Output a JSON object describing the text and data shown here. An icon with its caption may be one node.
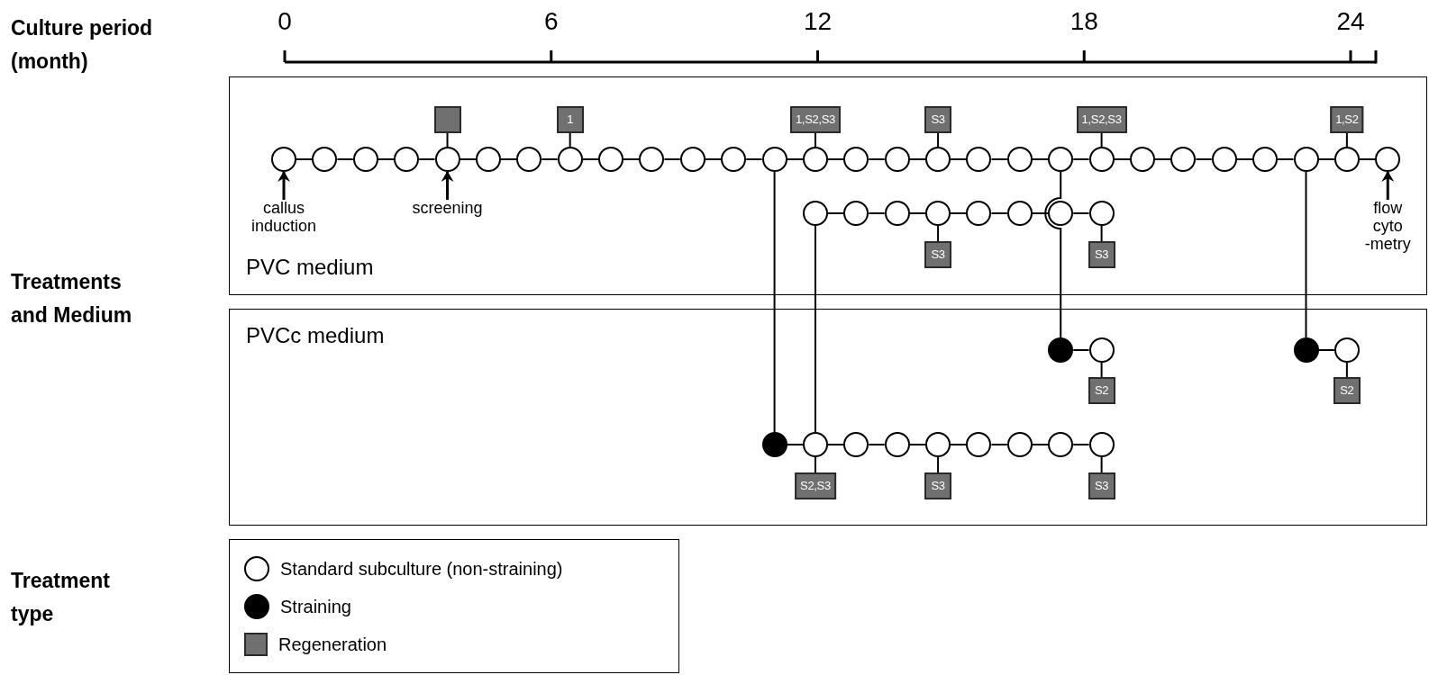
{
  "diagram": {
    "nodes": [
      {
        "text": [
          "PVC medium"
        ]
      },
      {
        "text": [],
        "shape": "box",
        "in": 0
      },
      {
        "text": [
          "1"
        ],
        "in": 0
      },
      {
        "text": [
          "1,S2,S3"
        ],
        "in": 0
      },
      {
        "text": [
          "S3"
        ],
        "in": 0
      },
      {
        "text": [
          "1,S2,S3"
        ],
        "in": 0
      },
      {
        "text": [
          "1,S2"
        ],
        "in": 0
      },
      {
        "text": [],
        "shape": "circle",
        "in": 0
      },
      {
        "text": [],
        "shape": "circle",
        "in": 0
      },
      {
        "text": [],
        "shape": "circle",
        "in": 0
      },
      {
        "text": [],
        "shape": "circle",
        "in": 0
      },
      {
        "text": [],
        "shape": "circle",
        "in": 0
      },
      {
        "text": [],
        "shape": "circle",
        "in": 0
      },
      {
        "text": [],
        "shape": "circle",
        "in": 0
      },
      {
        "text": [],
        "shape": "circle",
        "in": 0
      },
      {
        "text": [],
        "shape": "circle",
        "in": 0
      },
      {
        "text": [],
        "shape": "circle",
        "in": 0
      },
      {
        "text": [],
        "shape": "circle",
        "in": 0
      },
      {
        "text": [],
        "shape": "circle",
        "in": 0
      },
      {
        "text": [],
        "shape": "circle",
        "in": 0
      },
      {
        "text": [],
        "shape": "circle",
        "in": 0
      },
      {
        "text": [],
        "shape": "circle",
        "in": 0
      },
      {
        "text": [],
        "shape": "circle",
        "in": 0
      },
      {
        "text": [],
        "shape": "circle",
        "in": 0
      },
      {
        "text": [],
        "shape": "circle",
        "in": 0
      },
      {
        "text": [],
        "shape": "circle",
        "in": 0
      },
      {
        "text": [],
        "shape": "circle",
        "in": 0
      },
      {
        "text": [],
        "shape": "circle",
        "in": 0
      },
      {
        "text": [],
        "shape": "circle",
        "in": 0
      },
      {
        "text": [],
        "shape": "circle",
        "in": 0
      },
      {
        "text": [],
        "shape": "circle",
        "in": 0
      },
      {
        "text": [],
        "shape": "circle",
        "in": 0
      },
      {
        "text": [],
        "shape": "circle",
        "in": 0
      },
      {
        "text": [],
        "shape": "circle",
        "in": 0
      },
      {
        "text": [],
        "shape": "circle",
        "in": 0
      },
      {
        "text": [
          "callus induction"
        ],
        "in": 0
      },
      {
        "text": [
          "screening"
        ],
        "in": 0
      },
      {
        "text": [
          "flow cyto -metry"
        ],
        "in": 0
      },
      {
        "text": [],
        "shape": "circle",
        "in": 0
      },
      {
        "text": [],
        "shape": "circle",
        "in": 0
      },
      {
        "text": [],
        "shape": "circle",
        "in": 0
      },
      {
        "text": [],
        "shape": "circle",
        "in": 0
      },
      {
        "text": [],
        "shape": "circle",
        "in": 0
      },
      {
        "text": [],
        "shape": "circle",
        "in": 0
      },
      {
        "text": [],
        "shape": "circle",
        "in": 0
      },
      {
        "text": [],
        "shape": "circle",
        "in": 0
      },
      {
        "text": [
          "S3"
        ],
        "in": 0
      },
      {
        "text": [
          "S3"
        ],
        "in": 0
      },
      {
        "text": [
          "PVCc medium"
        ]
      },
      {
        "text": [],
        "shape": "circle",
        "in": 48
      },
      {
        "text": [],
        "shape": "circle",
        "in": 48
      },
      {
        "text": [
          "S2"
        ],
        "in": 48
      },
      {
        "text": [],
        "shape": "circle",
        "in": 48
      },
      {
        "text": [],
        "shape": "circle",
        "in": 48
      },
      {
        "text": [
          "S2"
        ],
        "in": 48
      },
      {
        "text": [],
        "shape": "circle",
        "in": 48
      },
      {
        "text": [],
        "shape": "circle",
        "in": 48
      },
      {
        "text": [],
        "shape": "circle",
        "in": 48
      },
      {
        "text": [],
        "shape": "circle",
        "in": 48
      },
      {
        "text": [],
        "shape": "circle",
        "in": 48
      },
      {
        "text": [],
        "shape": "circle",
        "in": 48
      },
      {
        "text": [],
        "shape": "circle",
        "in": 48
      },
      {
        "text": [],
        "shape": "circle",
        "in": 48
      },
      {
        "text": [],
        "shape": "circle",
        "in": 48
      },
      {
        "text": [
          "S2,S3"
        ],
        "in": 48
      },
      {
        "text": [
          "S3"
        ],
        "in": 48
      },
      {
        "text": [
          "S3"
        ],
        "in": 48
      }
    ],
    "edges": [
      {
        "from": 7,
        "to": 8,
        "arrow": "none"
      },
      {
        "from": 8,
        "to": 9,
        "arrow": "none"
      },
      {
        "from": 9,
        "to": 10,
        "arrow": "none"
      },
      {
        "from": 10,
        "to": 11,
        "arrow": "none"
      },
      {
        "from": 11,
        "to": 12,
        "arrow": "none"
      },
      {
        "from": 12,
        "to": 13,
        "arrow": "none"
      },
      {
        "from": 13,
        "to": 14,
        "arrow": "none"
      },
      {
        "from": 14,
        "to": 15,
        "arrow": "none"
      },
      {
        "from": 15,
        "to": 16,
        "arrow": "none"
      },
      {
        "from": 16,
        "to": 17,
        "arrow": "none"
      },
      {
        "from": 17,
        "to": 18,
        "arrow": "none"
      },
      {
        "from": 18,
        "to": 19,
        "arrow": "none"
      },
      {
        "from": 19,
        "to": 20,
        "arrow": "none"
      },
      {
        "from": 20,
        "to": 21,
        "arrow": "none"
      },
      {
        "from": 21,
        "to": 22,
        "arrow": "none"
      },
      {
        "from": 22,
        "to": 23,
        "arrow": "none"
      },
      {
        "from": 23,
        "to": 24,
        "arrow": "none"
      },
      {
        "from": 24,
        "to": 25,
        "arrow": "none"
      },
      {
        "from": 25,
        "to": 26,
        "arrow": "none"
      },
      {
        "from": 26,
        "to": 27,
        "arrow": "none"
      },
      {
        "from": 27,
        "to": 28,
        "arrow": "none"
      },
      {
        "from": 28,
        "to": 29,
        "arrow": "none"
      },
      {
        "from": 29,
        "to": 30,
        "arrow": "none"
      },
      {
        "from": 30,
        "to": 31,
        "arrow": "none"
      },
      {
        "from": 31,
        "to": 32,
        "arrow": "none"
      },
      {
        "from": 32,
        "to": 33,
        "arrow": "none"
      },
      {
        "from": 33,
        "to": 34,
        "arrow": "none"
      },
      {
        "from": 1,
        "to": 11,
        "arrow": "none"
      },
      {
        "from": 2,
        "to": 14,
        "arrow": "none"
      },
      {
        "from": 3,
        "to": 20,
        "arrow": "none"
      },
      {
        "from": 4,
        "to": 23,
        "arrow": "none"
      },
      {
        "from": 5,
        "to": 27,
        "arrow": "none"
      },
      {
        "from": 6,
        "to": 33,
        "arrow": "none"
      },
      {
        "from": 35,
        "to": 7,
        "arrow": "to"
      },
      {
        "from": 36,
        "to": 11,
        "arrow": "to"
      },
      {
        "from": 37,
        "to": 34,
        "arrow": "to"
      },
      {
        "from": 38,
        "to": 39,
        "arrow": "none"
      },
      {
        "from": 39,
        "to": 40,
        "arrow": "none"
      },
      {
        "from": 40,
        "to": 41,
        "arrow": "none"
      },
      {
        "from": 41,
        "to": 42,
        "arrow": "none"
      },
      {
        "from": 42,
        "to": 43,
        "arrow": "none"
      },
      {
        "from": 43,
        "to": 44,
        "arrow": "none"
      },
      {
        "from": 44,
        "to": 45,
        "arrow": "none"
      },
      {
        "from": 46,
        "to": 41,
        "arrow": "none"
      },
      {
        "from": 47,
        "to": 45,
        "arrow": "none"
      },
      {
        "from": 19,
        "to": 55,
        "arrow": "none"
      },
      {
        "from": 26,
        "to": 49,
        "arrow": "none"
      },
      {
        "from": 32,
        "to": 52,
        "arrow": "none"
      },
      {
        "from": 38,
        "to": 56,
        "arrow": "none"
      },
      {
        "from": 49,
        "to": 50,
        "arrow": "none"
      },
      {
        "from": 51,
        "to": 50,
        "arrow": "none"
      },
      {
        "from": 52,
        "to": 53,
        "arrow": "none"
      },
      {
        "from": 54,
        "to": 53,
        "arrow": "none"
      },
      {
        "from": 55,
        "to": 56,
        "arrow": "none"
      },
      {
        "from": 56,
        "to": 57,
        "arrow": "none"
      },
      {
        "from": 57,
        "to": 58,
        "arrow": "none"
      },
      {
        "from": 58,
        "to": 59,
        "arrow": "none"
      },
      {
        "from": 59,
        "to": 60,
        "arrow": "none"
      },
      {
        "from": 60,
        "to": 61,
        "arrow": "none"
      },
      {
        "from": 61,
        "to": 62,
        "arrow": "none"
      },
      {
        "from": 62,
        "to": 63,
        "arrow": "none"
      },
      {
        "from": 64,
        "to": 56,
        "arrow": "none"
      },
      {
        "from": 65,
        "to": 59,
        "arrow": "none"
      },
      {
        "from": 66,
        "to": 63,
        "arrow": "none"
      }
    ],
    "labels": [
      "Culture period (month)",
      "0",
      "6",
      "12",
      "18",
      "24",
      "Treatments and Medium",
      "Treatment type"
    ],
    "legend": [
      {
        "text": "Standard subculture (non-straining)"
      },
      {
        "text": "Straining"
      },
      {
        "text": "Regeneration",
        "color": "#707070"
      }
    ]
  }
}
